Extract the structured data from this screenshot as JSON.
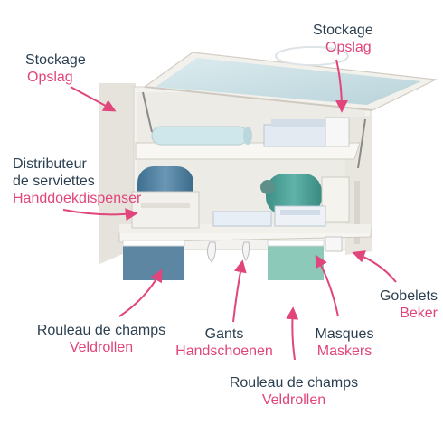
{
  "colors": {
    "label_primary": "#2b3f50",
    "label_secondary": "#e0457b",
    "arrow": "#e0457b",
    "cabinet": "#f1efea",
    "glass": "#cfe3e8",
    "teal_roll": "#4fa49a",
    "blue_towel": "#5d86a3",
    "mint_towel": "#8cc9b8"
  },
  "callouts": {
    "storage_top": {
      "fr": "Stockage",
      "nl": "Opslag"
    },
    "storage_left": {
      "fr": "Stockage",
      "nl": "Opslag"
    },
    "towel_dispenser": {
      "fr_line1": "Distributeur",
      "fr_line2": "de serviettes",
      "nl": "Handdoekdispenser"
    },
    "field_roll_left": {
      "fr": "Rouleau de champs",
      "nl": "Veldrollen"
    },
    "gloves": {
      "fr": "Gants",
      "nl": "Handschoenen"
    },
    "masks": {
      "fr": "Masques",
      "nl": "Maskers"
    },
    "cups": {
      "fr": "Gobelets",
      "nl": "Beker"
    },
    "field_roll_bottom": {
      "fr": "Rouleau de champs",
      "nl": "Veldrollen"
    }
  }
}
